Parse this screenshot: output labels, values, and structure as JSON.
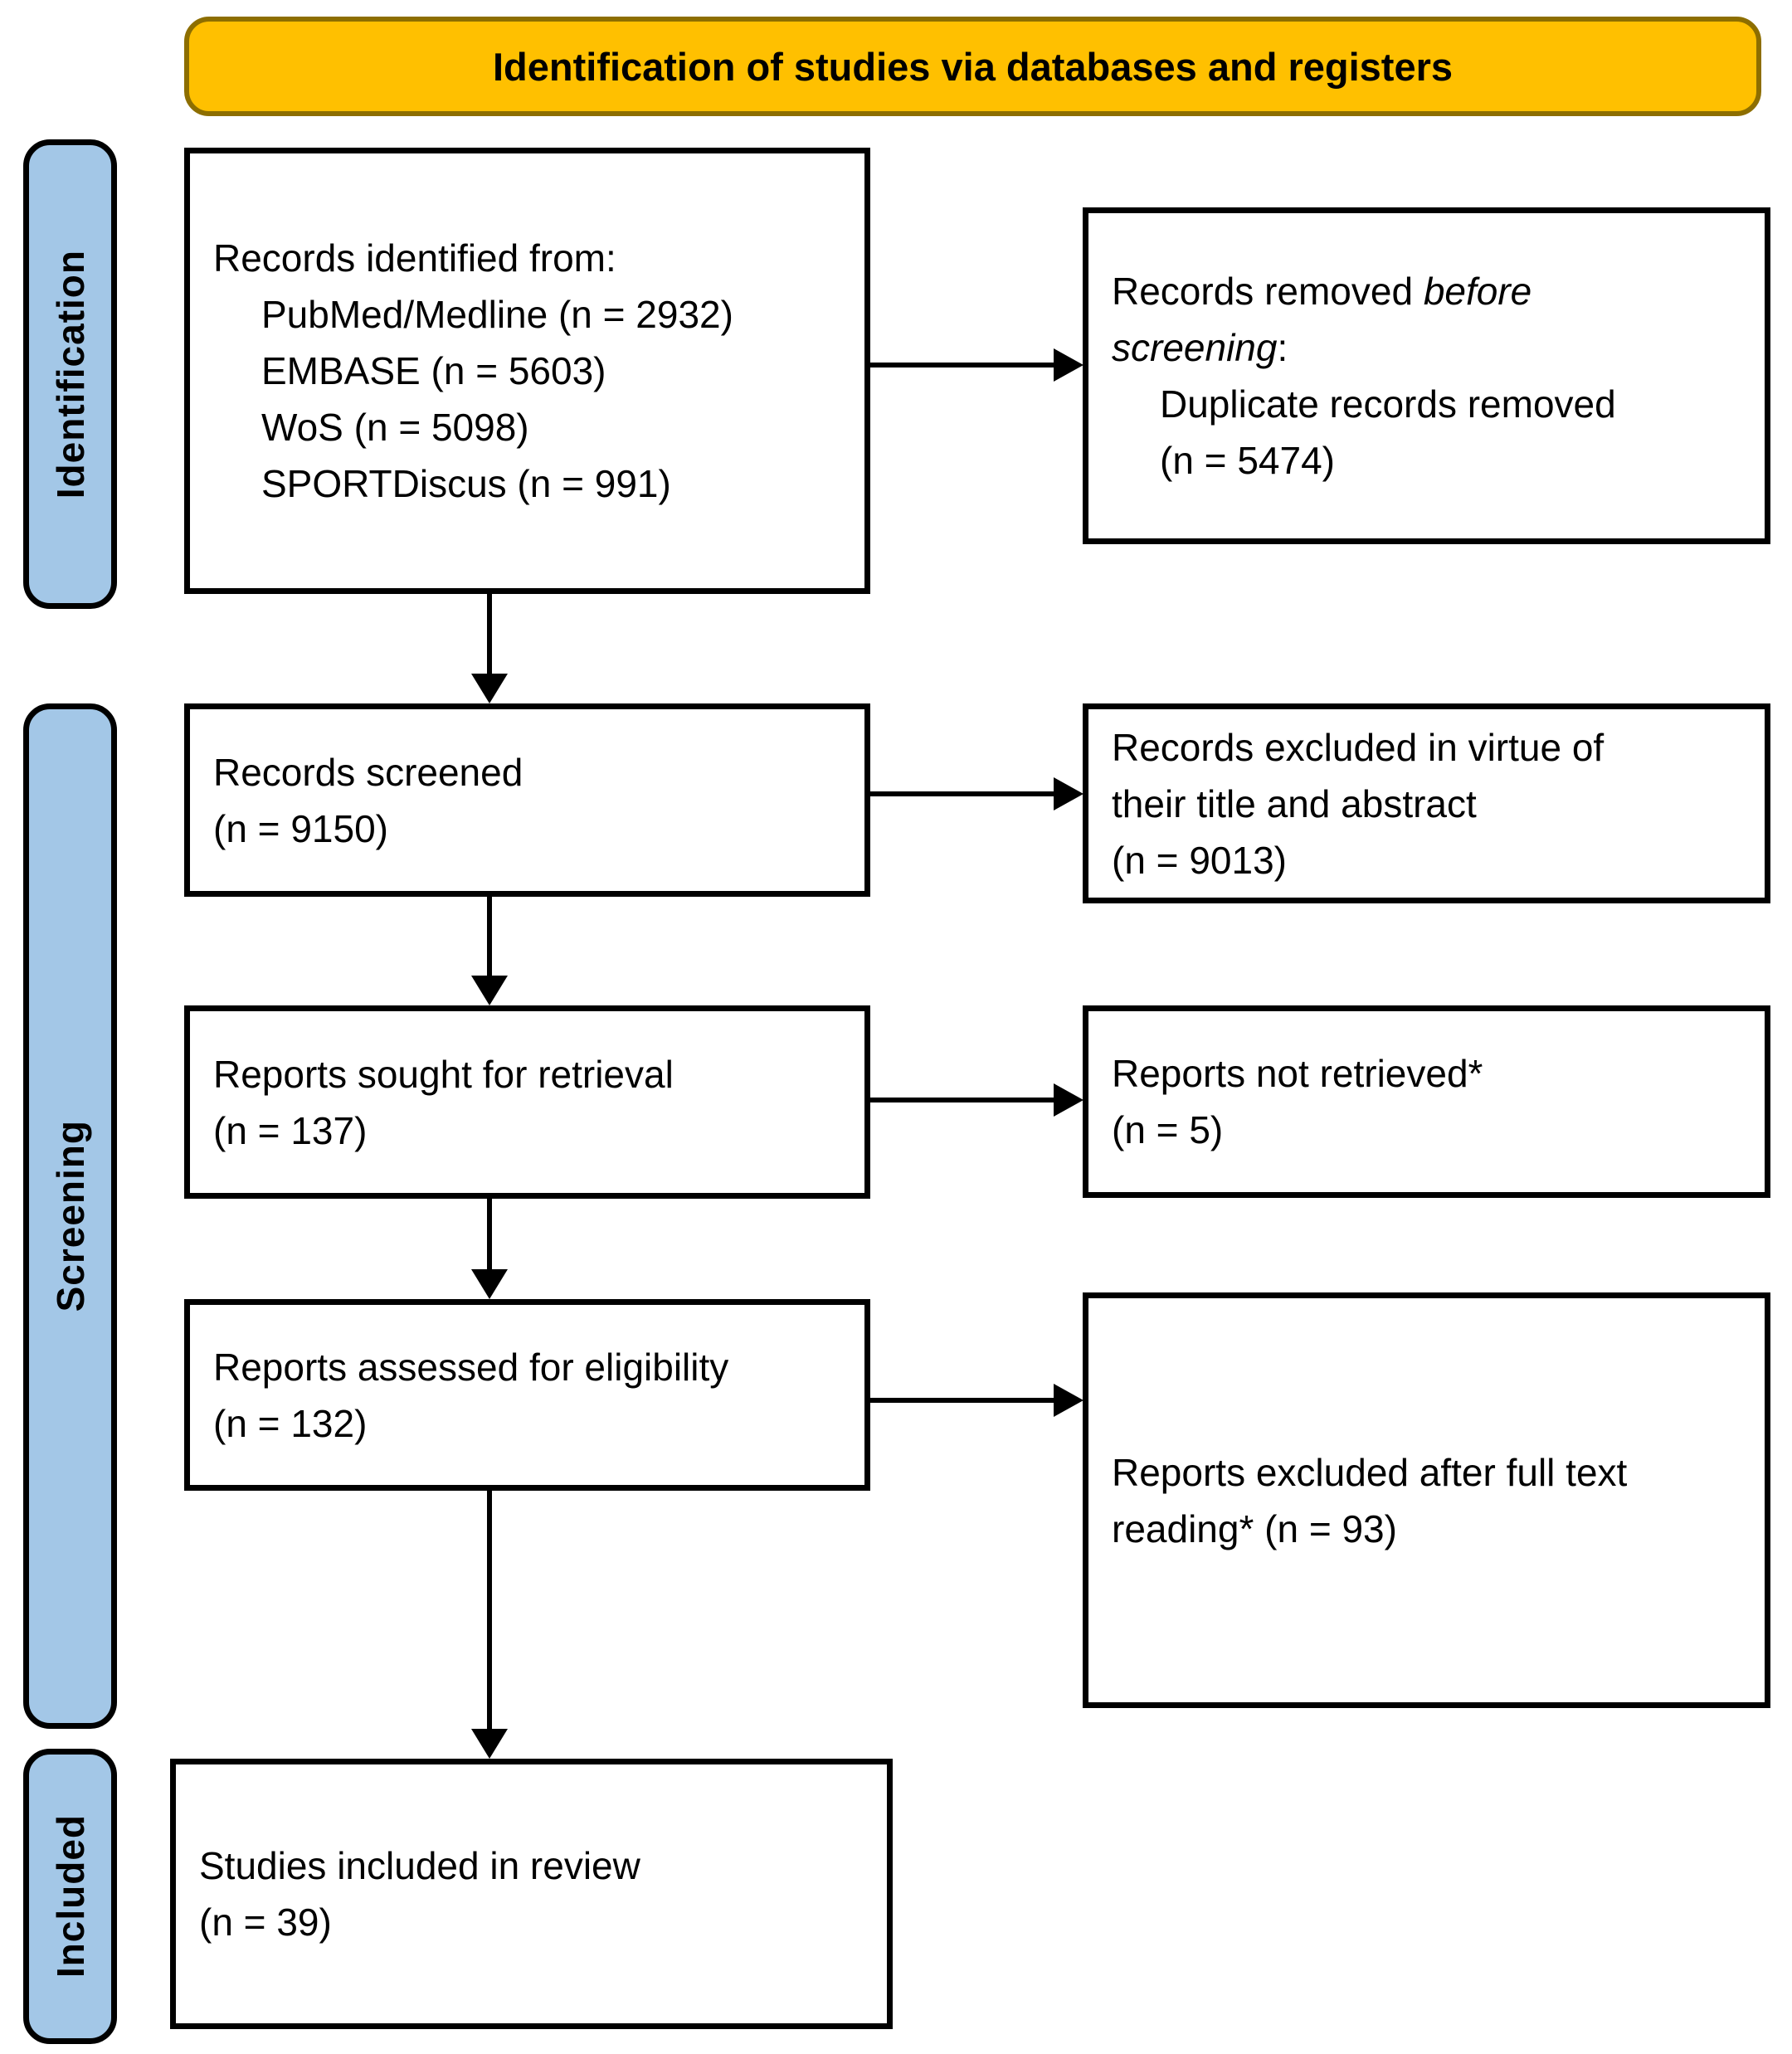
{
  "banner": {
    "title": "Identification of studies via databases and registers"
  },
  "stages": [
    {
      "label": "Identification"
    },
    {
      "label": "Screening"
    },
    {
      "label": "Included"
    }
  ],
  "boxes": {
    "identified": {
      "title": "Records identified from:",
      "items": [
        "PubMed/Medline (n = 2932)",
        "EMBASE (n = 5603)",
        "WoS (n = 5098)",
        "SPORTDiscus (n = 991)"
      ]
    },
    "removed": {
      "line1_regular": "Records removed ",
      "line1_italic": "before",
      "line2_italic": "screening",
      "line2_regular": ":",
      "items": [
        "Duplicate records removed",
        "(n = 5474)"
      ]
    },
    "screened": {
      "lines": [
        "Records screened",
        "(n = 9150)"
      ]
    },
    "excluded_title_abstract": {
      "lines": [
        "Records excluded in virtue of",
        "their title and abstract",
        "(n = 9013)"
      ]
    },
    "sought": {
      "lines": [
        "Reports sought for retrieval",
        "(n = 137)"
      ]
    },
    "not_retrieved": {
      "lines": [
        "Reports not retrieved*",
        "(n = 5)"
      ]
    },
    "assessed": {
      "lines": [
        "Reports assessed for eligibility",
        "(n = 132)"
      ]
    },
    "excluded_full_text": {
      "lines": [
        "Reports excluded after full text",
        "reading* (n = 93)"
      ]
    },
    "included_review": {
      "lines": [
        "Studies included in review",
        "(n = 39)"
      ]
    }
  },
  "colors": {
    "banner_fill": "#FFC000",
    "banner_border": "#8d6e00",
    "stage_fill": "#A3C7E7",
    "box_border": "#000000",
    "arrow": "#000000"
  }
}
